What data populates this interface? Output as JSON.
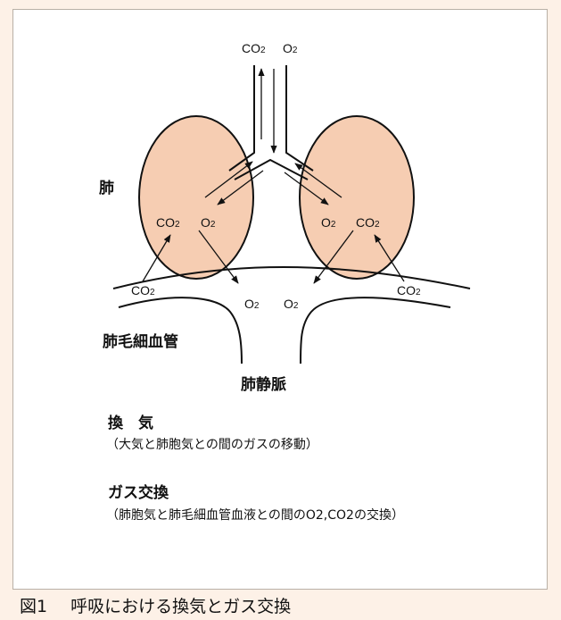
{
  "colors": {
    "lung_fill": "#f6cdb2",
    "page_background": "#fdf1e7",
    "panel_background": "#ffffff"
  },
  "chem": {
    "co2_base": "CO",
    "o2_base": "O",
    "subscript": "2"
  },
  "labels": {
    "lung": "肺",
    "capillary": "肺毛細血管",
    "vein": "肺静脈"
  },
  "definitions": [
    {
      "term": "換　気",
      "description": "（大気と肺胞気との間のガスの移動）"
    },
    {
      "term": "ガス交換",
      "description": "（肺胞気と肺毛細血管血液との間のO2,CO2の交換）"
    }
  ],
  "caption": {
    "figure_number": "図1",
    "title": "呼吸における換気とガス交換"
  }
}
